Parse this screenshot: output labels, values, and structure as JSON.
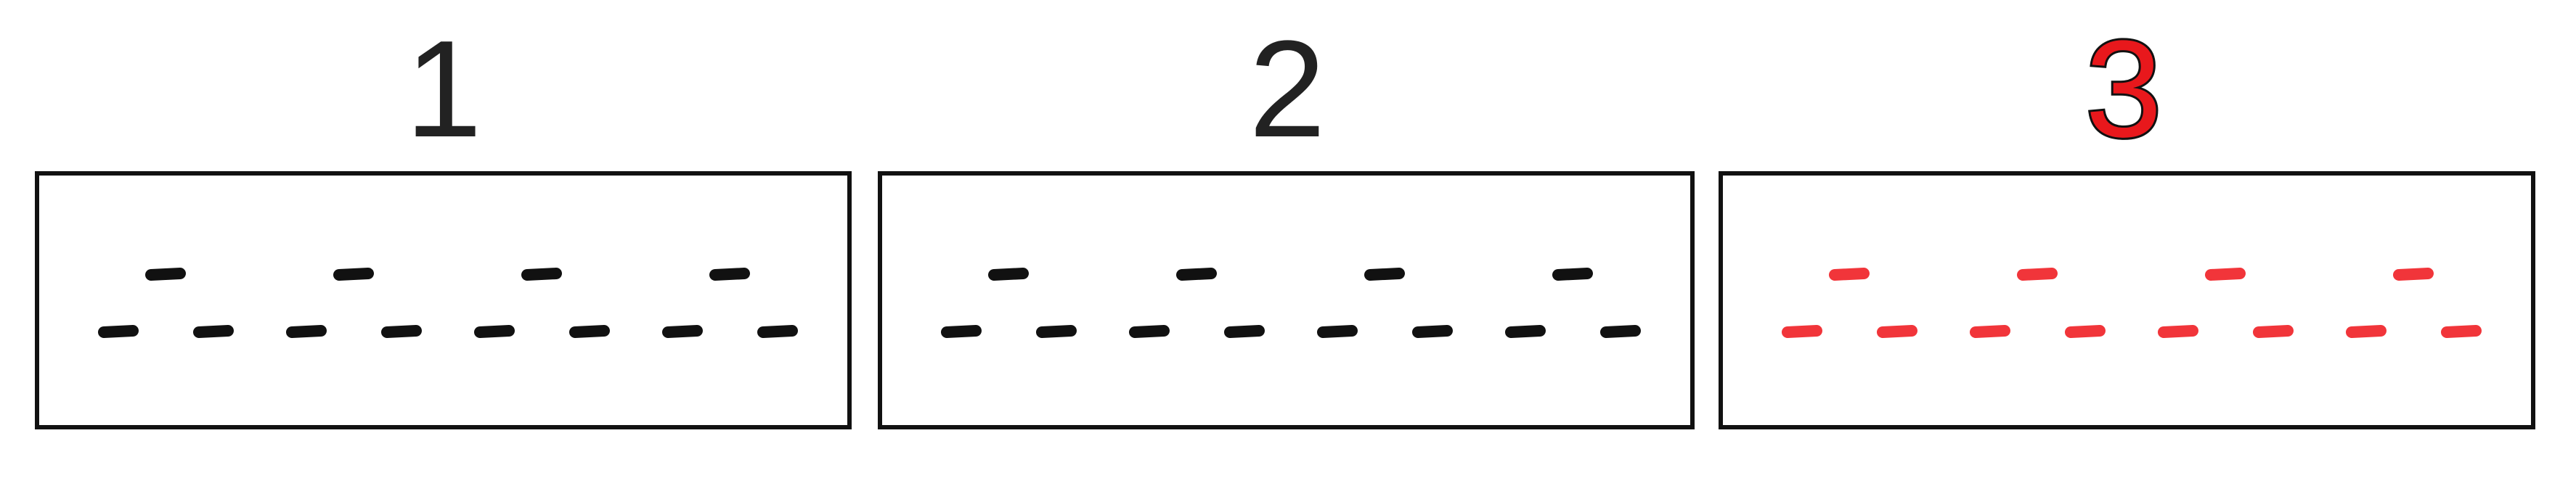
{
  "panels": [
    {
      "number": "1",
      "dash_color": "#111111",
      "number_color": "#222222",
      "highlighted": false
    },
    {
      "number": "2",
      "dash_color": "#111111",
      "number_color": "#222222",
      "highlighted": false
    },
    {
      "number": "3",
      "dash_color": "#f1353a",
      "number_color": "#e8181c",
      "highlighted": true
    }
  ],
  "pattern": {
    "groups": 4,
    "upper_dashes_per_group": 1,
    "lower_dashes_per_group": 2
  }
}
